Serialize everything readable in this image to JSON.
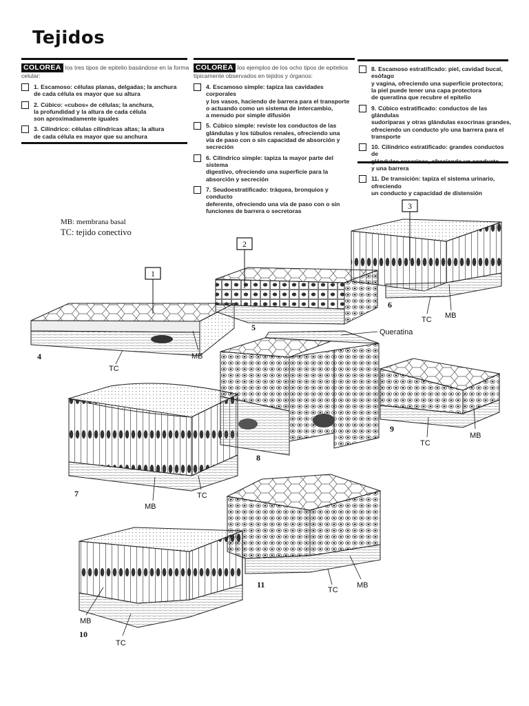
{
  "title": "Tejidos",
  "section1": {
    "badge": "COLOREA",
    "intro": "los tres tipos de epitelio basándose en la forma celular:",
    "items": [
      {
        "num": "1.",
        "text": "Escamoso: células planas, delgadas; la anchura\nde cada célula es mayor que su altura"
      },
      {
        "num": "2.",
        "text": "Cúbico: «cubos» de células; la anchura,\nla profundidad y la altura de cada célula\nson aproximadamente iguales"
      },
      {
        "num": "3.",
        "text": "Cilíndrico: células cilíndricas altas; la altura\nde cada célula es mayor que su anchura"
      }
    ]
  },
  "section2": {
    "badge": "COLOREA",
    "intro": "los ejemplos de los ocho tipos de epitelios típicamente observados en tejidos y órganos:",
    "items": [
      {
        "num": "4.",
        "text": "Escamoso simple: tapiza las cavidades corporales\ny los vasos, haciendo de barrera para el transporte\no actuando como un sistema de intercambio,\na menudo por simple difusión"
      },
      {
        "num": "5.",
        "text": "Cúbico simple: reviste los conductos de las\nglándulas y los túbulos renales, ofreciendo una\nvía de paso con o sin capacidad de absorción y\nsecreción"
      },
      {
        "num": "6.",
        "text": "Cilíndrico simple: tapiza la mayor parte del sistema\ndigestivo, ofreciendo una superficie para la\nabsorción y secreción"
      },
      {
        "num": "7.",
        "text": "Seudoestratificado: tráquea, bronquios y conducto\ndeferente, ofreciendo una vía de paso con o sin\nfunciones de barrera o secretoras"
      }
    ]
  },
  "section3": {
    "items": [
      {
        "num": "8.",
        "text": "Escamoso estratificado: piel, cavidad bucal, esófago\ny vagina, ofreciendo una superficie protectora;\nla piel puede tener una capa protectora\nde queratina que recubre el epitelio"
      },
      {
        "num": "9.",
        "text": "Cúbico estratificado: conductos de las glándulas\nsudoríparas y otras glándulas exocrinas grandes,\nofreciendo un conducto y/o una barrera para el\ntransporte"
      },
      {
        "num": "10.",
        "text": "Cilíndrico estratificado: grandes conductos de\nglándulas exocrinas, ofreciendo un conducto\ny una barrera"
      },
      {
        "num": "11.",
        "text": "De transición: tapiza el sistema urinario, ofreciendo\nun conducto y capacidad de distensión"
      }
    ]
  },
  "legend": {
    "mb": "MB: membrana basal",
    "tc": "TC: tejido conectivo"
  },
  "figure": {
    "box_labels": [
      "1",
      "2",
      "3"
    ],
    "block_numbers": [
      "4",
      "5",
      "6",
      "7",
      "8",
      "9",
      "10",
      "11"
    ],
    "mb": "MB",
    "tc": "TC",
    "queratina": "Queratina"
  }
}
